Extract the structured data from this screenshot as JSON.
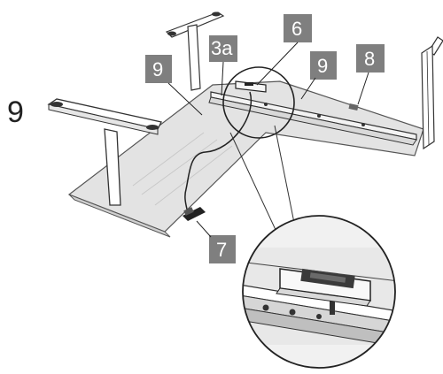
{
  "step_number": "9",
  "callouts": {
    "part_9_left": "9",
    "part_3a": "3a",
    "part_6": "6",
    "part_9_right": "9",
    "part_8": "8",
    "part_7": "7"
  },
  "colors": {
    "callout_fill": "#7f7f7f",
    "callout_text": "#ffffff",
    "tabletop": "#e3e3e3",
    "frame_line": "#333333",
    "leg_fill": "#ffffff"
  },
  "icons": {
    "control_box": "control-box-icon",
    "hand_switch": "hand-switch-icon"
  }
}
